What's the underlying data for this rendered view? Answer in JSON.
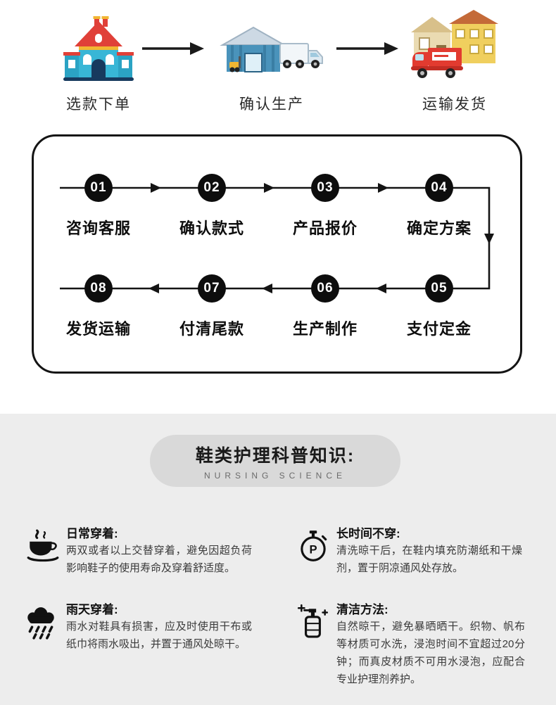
{
  "process": {
    "steps": [
      {
        "icon": "house-icon",
        "label": "选款下单"
      },
      {
        "icon": "factory-truck-icon",
        "label": "确认生产"
      },
      {
        "icon": "delivery-truck-icon",
        "label": "运输发货"
      }
    ]
  },
  "flow": {
    "row1": [
      {
        "num": "01",
        "label": "咨询客服"
      },
      {
        "num": "02",
        "label": "确认款式"
      },
      {
        "num": "03",
        "label": "产品报价"
      },
      {
        "num": "04",
        "label": "确定方案"
      }
    ],
    "row2": [
      {
        "num": "08",
        "label": "发货运输"
      },
      {
        "num": "07",
        "label": "付清尾款"
      },
      {
        "num": "06",
        "label": "生产制作"
      },
      {
        "num": "05",
        "label": "支付定金"
      }
    ]
  },
  "care": {
    "title": "鞋类护理科普知识:",
    "subtitle": "NURSING SCIENCE",
    "items": [
      {
        "icon": "coffee-cup-icon",
        "title": "日常穿着:",
        "body": "两双或者以上交替穿着，避免因超负荷影响鞋子的使用寿命及穿着舒适度。"
      },
      {
        "icon": "stopwatch-icon",
        "icon_letter": "P",
        "title": "长时间不穿:",
        "body": "清洗晾干后，在鞋内填充防潮纸和干燥剂，置于阴凉通风处存放。"
      },
      {
        "icon": "rain-cloud-icon",
        "title": "雨天穿着:",
        "body": "雨水对鞋具有损害，应及时使用干布或纸巾将雨水吸出，并置于通风处晾干。"
      },
      {
        "icon": "cleaning-bottle-icon",
        "title": "清洁方法:",
        "body": "自然晾干，避免暴晒晒干。织物、帆布等材质可水洗，浸泡时间不宜超过20分钟；而真皮材质不可用水浸泡，应配合专业护理剂养护。"
      }
    ]
  },
  "colors": {
    "flow_black": "#141414",
    "care_bg": "#ededed",
    "pill_bg": "#d9d9d9",
    "roof_red": "#e04038",
    "house_blue": "#38b6d6",
    "truck_red": "#e23b30"
  }
}
